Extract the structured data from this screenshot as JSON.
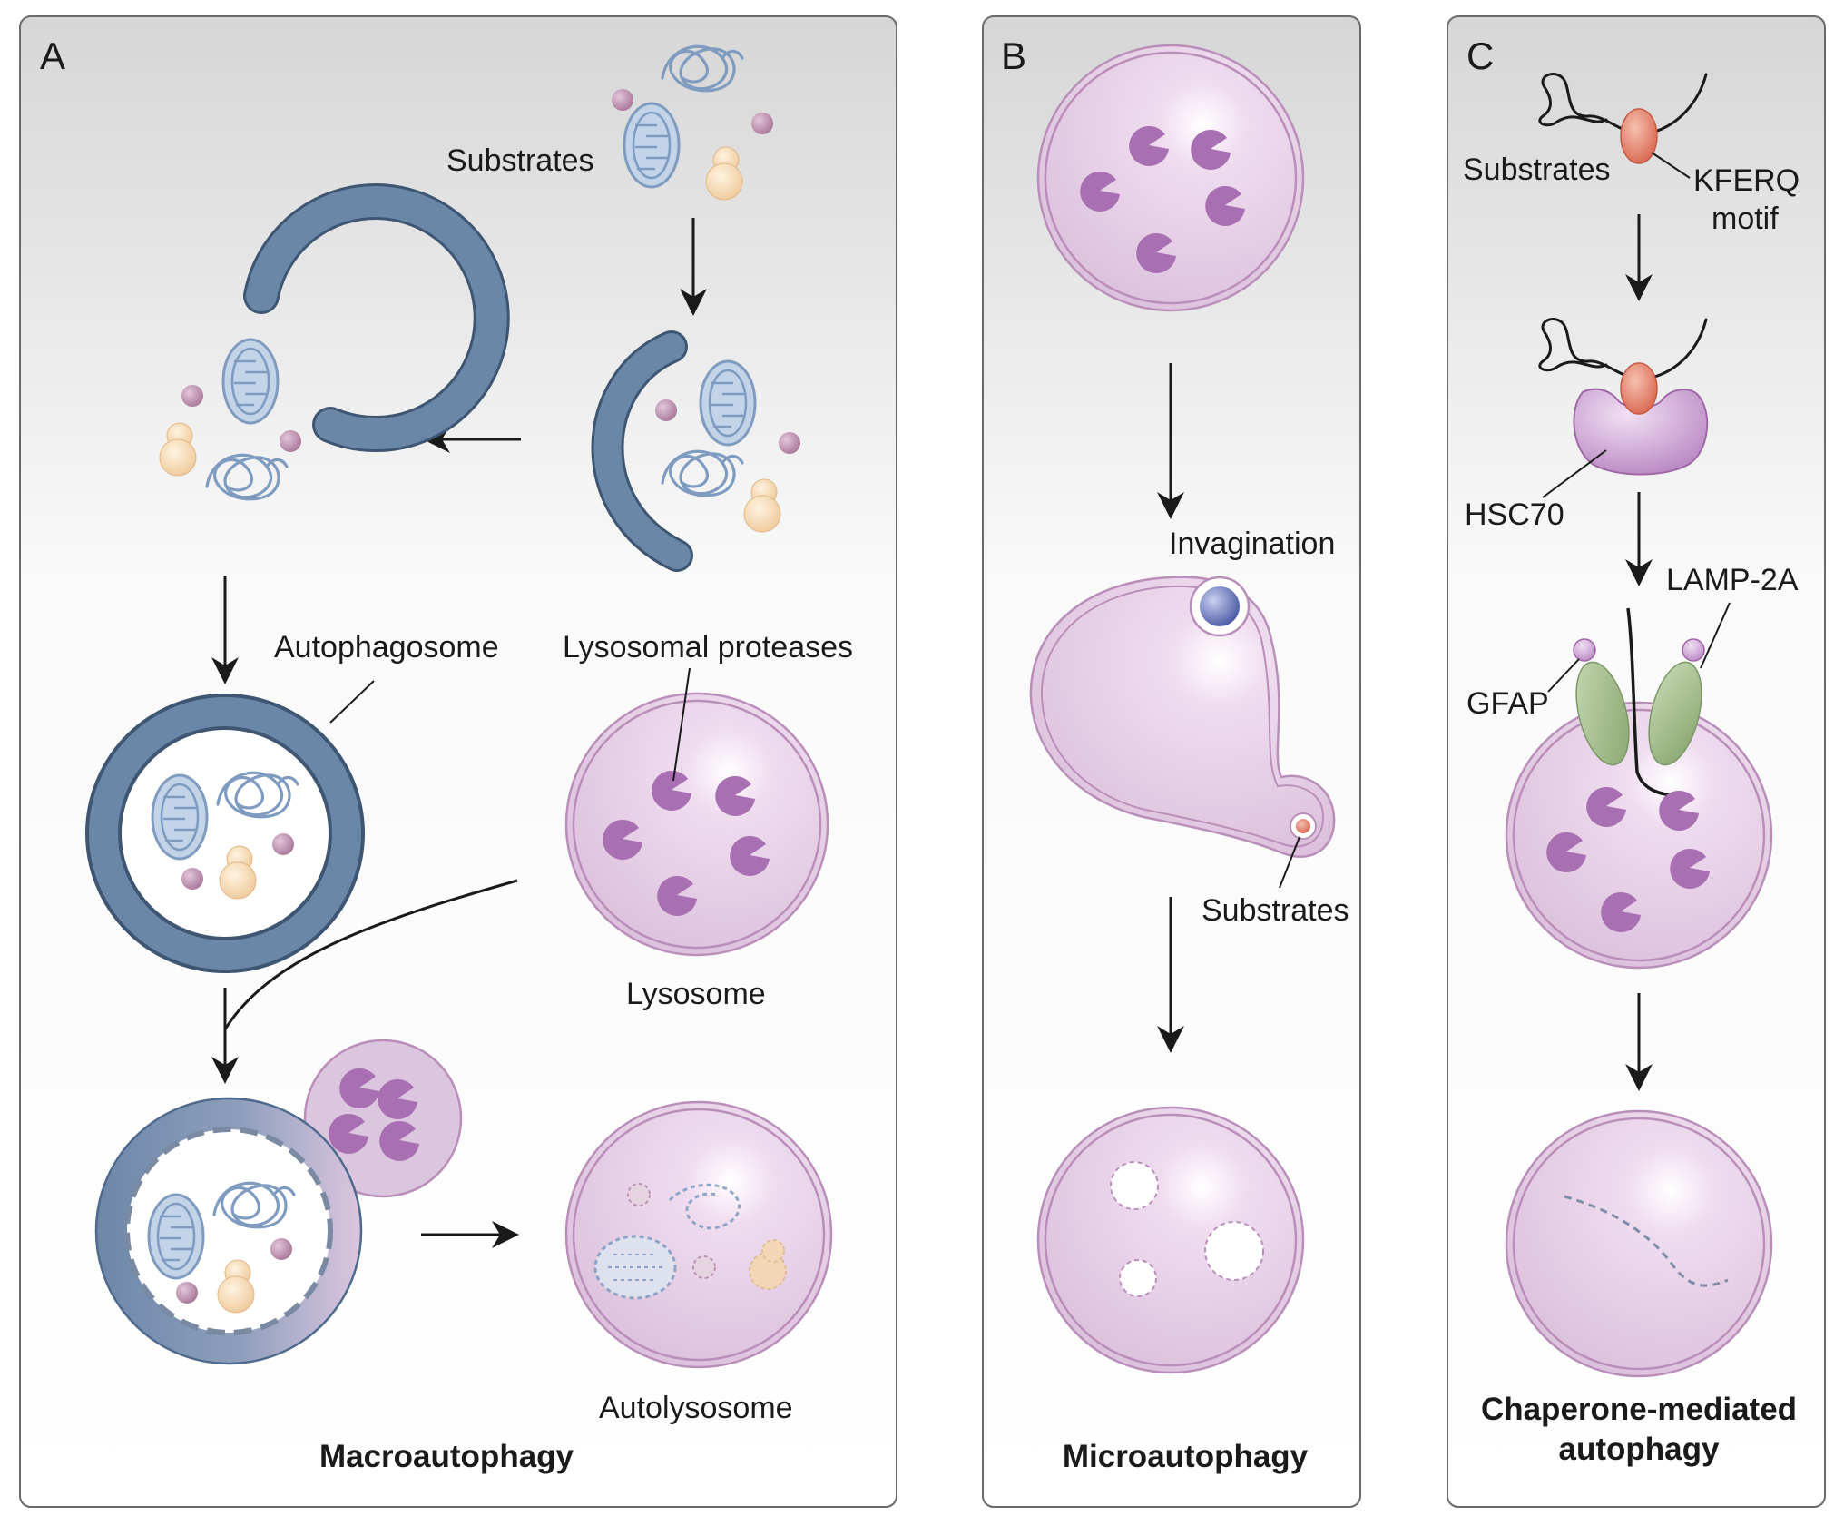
{
  "colors": {
    "panel_top": "#d6d6d6",
    "panel_bottom": "#ffffff",
    "lysosome": "#e6cfe6",
    "lysosome_rim": "#b98fba",
    "protease": "#a870b2",
    "phagophore": "#6a87a8",
    "phagophore_rim": "#3f5673",
    "mito": "#b5c7de",
    "cargo_tan": "#f4d7ae",
    "cargo_dot": "#b58aa6",
    "hsc70": "#bd8ec6",
    "kferq": "#e2826b",
    "lamp2a": "#9fb889",
    "invag_ball": "#6a78b8"
  },
  "panel_a": {
    "letter": "A",
    "title": "Macroautophagy",
    "labels": {
      "substrates": "Substrates",
      "autophagosome": "Autophagosome",
      "lysosomal_proteases": "Lysosomal proteases",
      "lysosome": "Lysosome",
      "autolysosome": "Autolysosome"
    }
  },
  "panel_b": {
    "letter": "B",
    "title": "Microautophagy",
    "labels": {
      "invagination": "Invagination",
      "substrates": "Substrates"
    }
  },
  "panel_c": {
    "letter": "C",
    "title_line1": "Chaperone-mediated",
    "title_line2": "autophagy",
    "labels": {
      "substrates": "Substrates",
      "kferq_line1": "KFERQ",
      "kferq_line2": "motif",
      "hsc70": "HSC70",
      "lamp2a": "LAMP-2A",
      "gfap": "GFAP"
    }
  }
}
